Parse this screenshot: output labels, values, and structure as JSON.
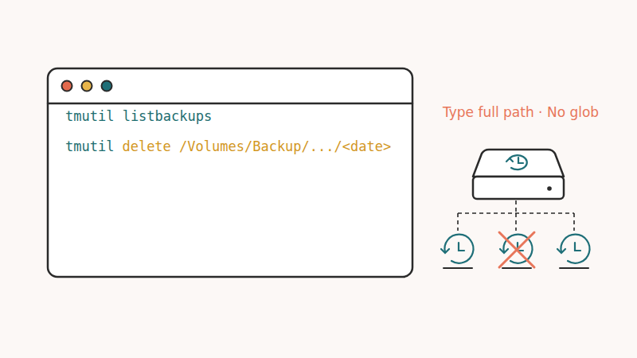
{
  "diagram": {
    "nodes": [
      {
        "text": [
          "tmutil listbackups",
          "tmutil",
          "delete /Volumes/Backup/.../<date>"
        ]
      }
    ],
    "labels": [
      "Type full path · No glob"
    ]
  }
}
